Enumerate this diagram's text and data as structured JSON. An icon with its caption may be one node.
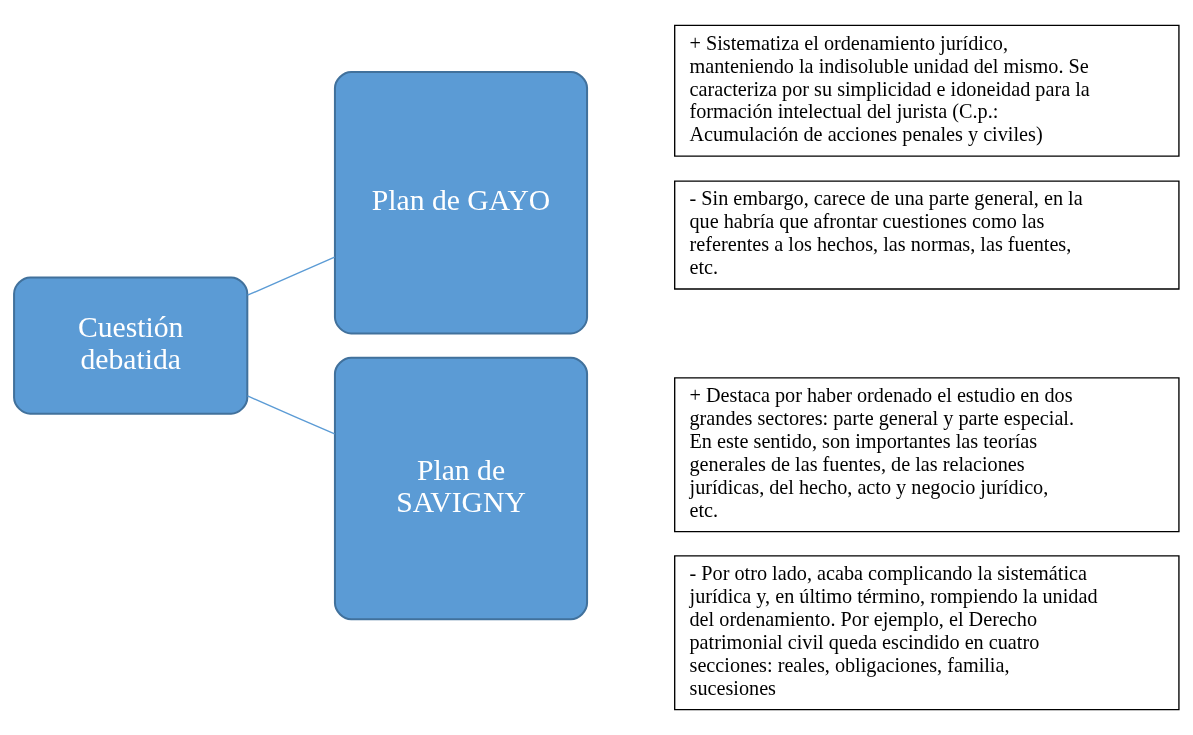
{
  "diagram": {
    "nodes": [
      {
        "text": [
          "Cuestión debatida"
        ]
      },
      {
        "text": [
          "Plan de GAYO"
        ]
      },
      {
        "text": [
          "Plan de SAVIGNY"
        ]
      },
      {
        "text": [
          "+ Sistematiza el ordenamiento jurídico, manteniendo la indisoluble unidad del mismo. Se caracteriza por su simplicidad e idoneidad para la formación intelectual del jurista (C.p.: Acumulación de acciones penales y civiles)"
        ]
      },
      {
        "text": [
          "- Sin embargo, carece de una parte general, en la que habría que afrontar cuestiones como las referentes a los hechos, las normas, las fuentes, etc."
        ]
      },
      {
        "text": [
          "+ Destaca por haber ordenado el estudio en dos grandes sectores: parte general y parte especial. En este sentido, son importantes las teorías generales de las fuentes, de las relaciones jurídicas, del hecho, acto y negocio jurídico, etc."
        ]
      },
      {
        "text": [
          "- Por otro lado, acaba complicando la sistemática jurídica y, en último término, rompiendo la unidad del ordenamiento. Por ejemplo, el Derecho patrimonial civil queda escindido en cuatro secciones: reales, obligaciones, familia, sucesiones"
        ]
      }
    ],
    "edges": [
      {
        "from": 0,
        "to": 1,
        "arrow": "none"
      },
      {
        "from": 0,
        "to": 2,
        "arrow": "none"
      }
    ]
  }
}
